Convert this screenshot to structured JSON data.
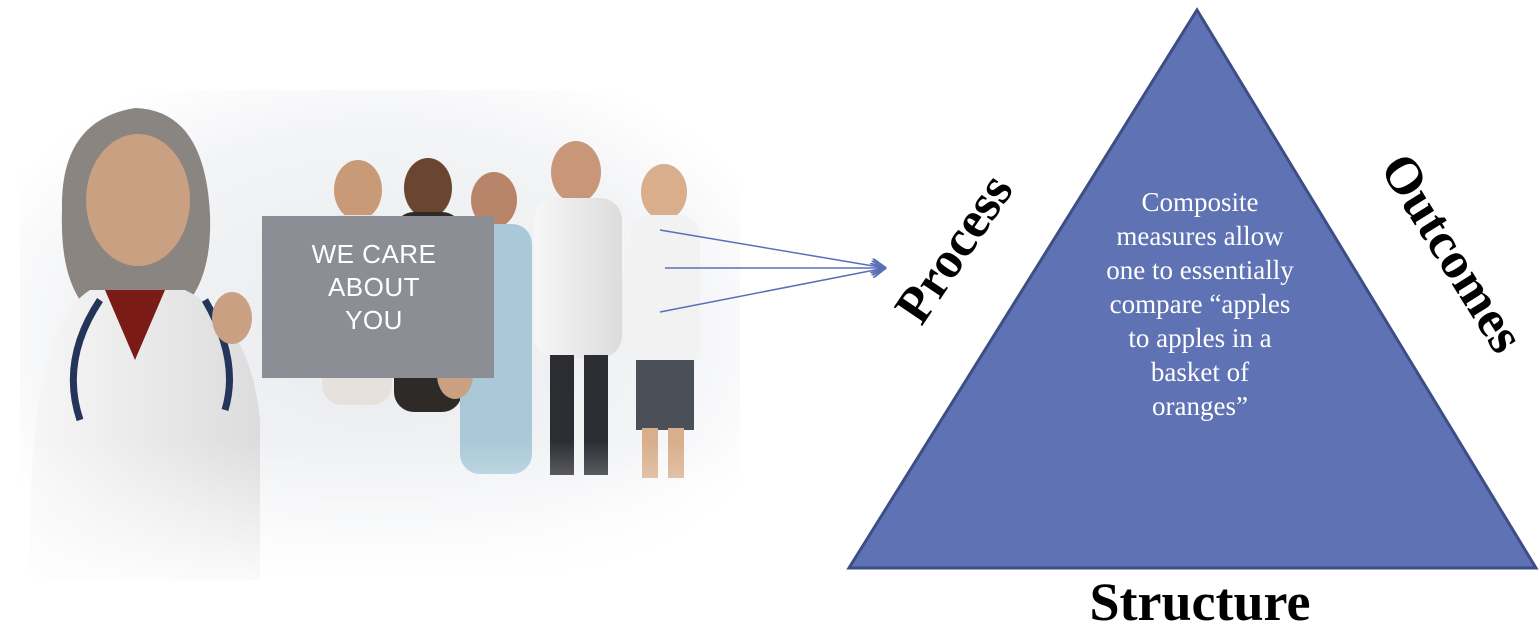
{
  "photo": {
    "sign_lines": [
      "WE CARE",
      "ABOUT",
      "YOU"
    ]
  },
  "triangle": {
    "text_lines": [
      "Composite",
      "measures allow",
      "one to essentially",
      "compare “apples",
      "to apples in a",
      "basket of",
      "oranges”"
    ],
    "fill_color": "#5f72b3",
    "stroke_color": "#3d4d86"
  },
  "labels": {
    "left_side": "Process",
    "right_side": "Outcomes",
    "bottom": "Structure"
  },
  "arrows": {
    "color": "#5a6fb8",
    "count": 3
  }
}
